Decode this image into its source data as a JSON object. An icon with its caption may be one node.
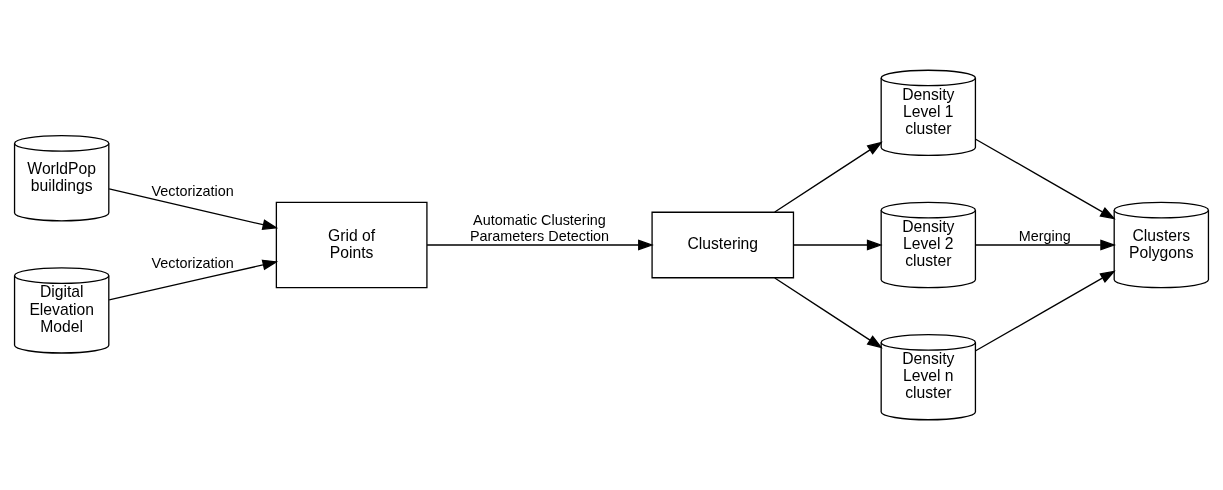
{
  "diagram": {
    "nodes": [
      {
        "text": [
          "WorldPop buildings"
        ]
      },
      {
        "text": [
          "Digital Elevation Model"
        ]
      },
      {
        "text": [
          "Grid of Points"
        ]
      },
      {
        "text": [
          "Clustering"
        ]
      },
      {
        "text": [
          "Density Level 1 cluster"
        ]
      },
      {
        "text": [
          "Density Level 2 cluster"
        ]
      },
      {
        "text": [
          "Density Level n cluster"
        ]
      },
      {
        "text": [
          "Clusters Polygons"
        ]
      }
    ],
    "edges": [
      {
        "from": 0,
        "to": 2,
        "arrow": "to",
        "label": "Vectorization"
      },
      {
        "from": 1,
        "to": 2,
        "arrow": "to",
        "label": "Vectorization"
      },
      {
        "from": 2,
        "to": 3,
        "arrow": "to",
        "label": "Automatic Clustering Parameters Detection"
      },
      {
        "from": 3,
        "to": 4,
        "arrow": "to"
      },
      {
        "from": 3,
        "to": 5,
        "arrow": "to"
      },
      {
        "from": 3,
        "to": 6,
        "arrow": "to"
      },
      {
        "from": 4,
        "to": 7,
        "arrow": "to"
      },
      {
        "from": 5,
        "to": 7,
        "arrow": "to",
        "label": "Merging"
      },
      {
        "from": 6,
        "to": 7,
        "arrow": "to"
      }
    ]
  }
}
